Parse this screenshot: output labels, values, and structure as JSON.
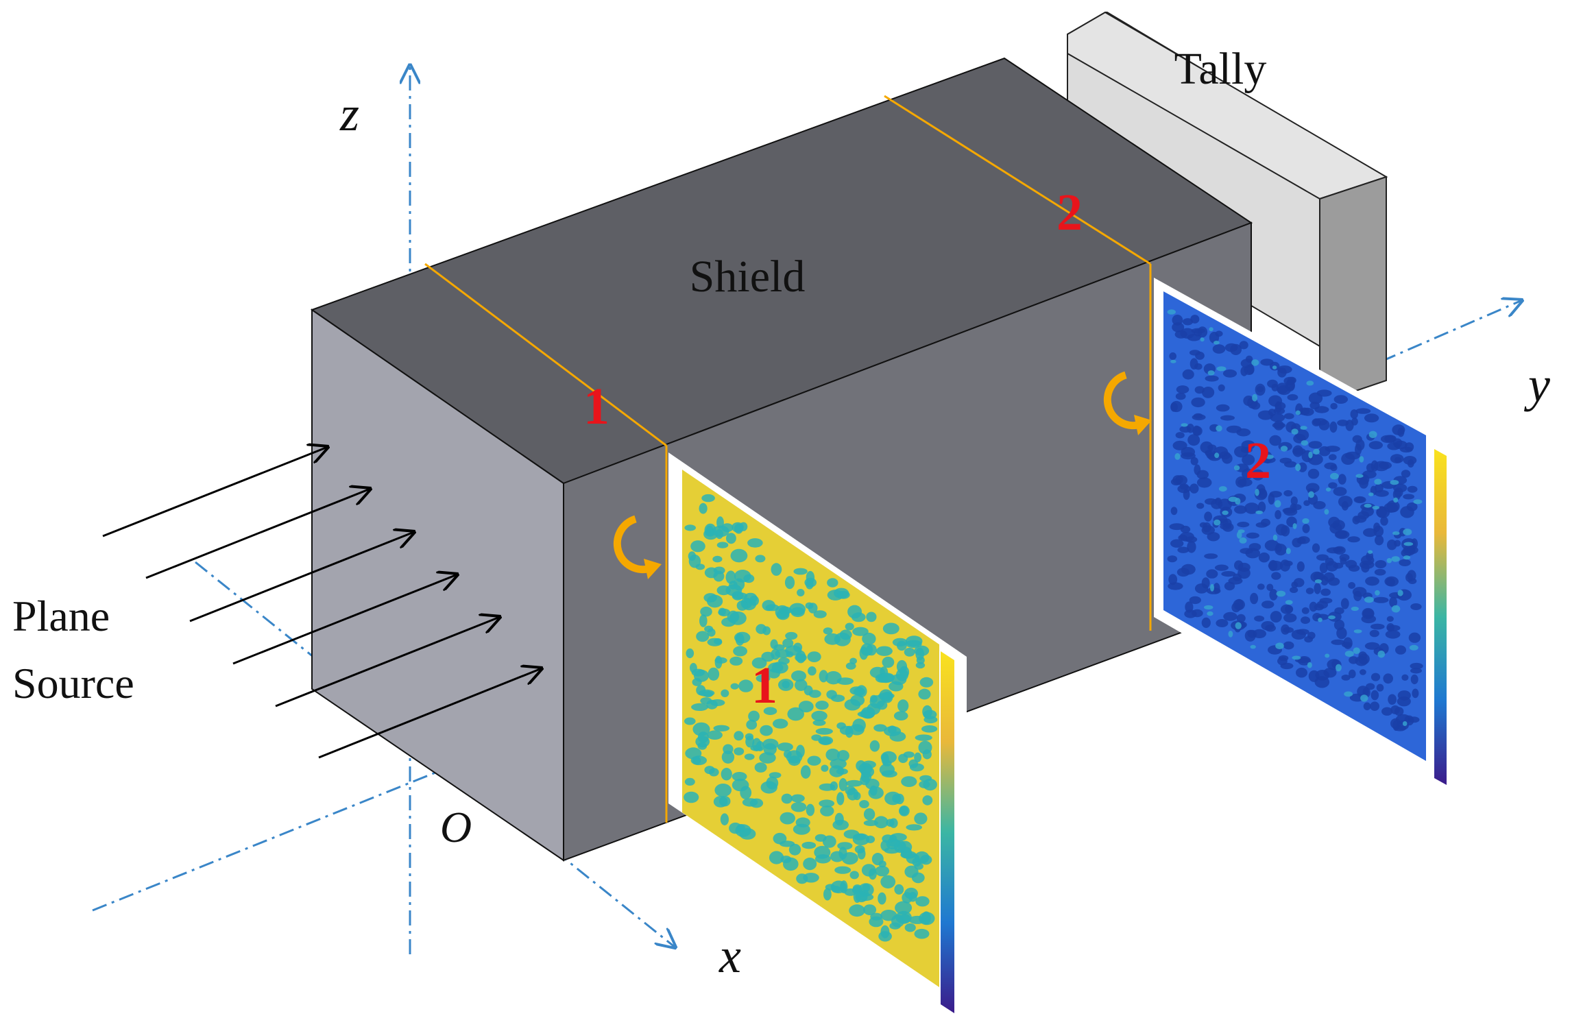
{
  "labels": {
    "tally": "Tally",
    "shield": "Shield",
    "plane_source_line1": "Plane",
    "plane_source_line2": "Source",
    "axis_x": "x",
    "axis_y": "y",
    "axis_z": "z",
    "origin": "O",
    "section_1": "1",
    "section_2": "2",
    "map_1": "1",
    "map_2": "2"
  },
  "colors": {
    "shield_top": "#5f6066",
    "shield_side": "#72737b",
    "shield_front": "#a2a3ad",
    "tally_front": "#d9d9d9",
    "tally_side": "#9a9a9a",
    "section_line": "#f5a800",
    "axis": "#3a86c8",
    "marker": "#e8141b",
    "rotate_arrow": "#f5a800",
    "map1_base": "#e9d23a",
    "map1_blob": "#2ab3b5",
    "map2_base": "#2a63d6",
    "map2_blob": "#1a3fa8"
  },
  "icons": {
    "source_arrows": "right-arrow-icon",
    "rotation": "rotate-arrow-icon"
  }
}
